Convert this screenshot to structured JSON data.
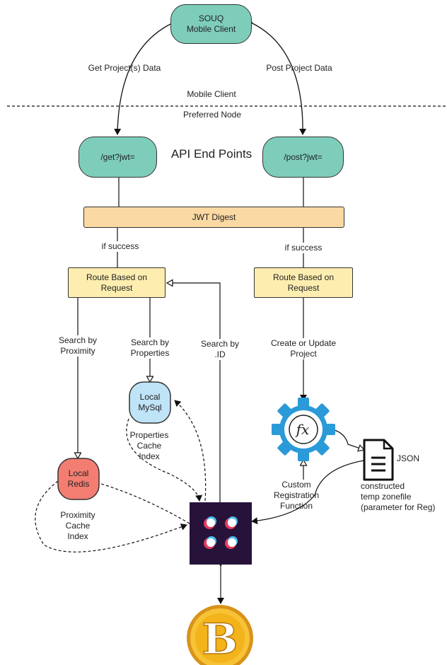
{
  "nodes": {
    "client": "SOUQ\nMobile Client",
    "get_endpoint": "/get?jwt=",
    "post_endpoint": "/post?jwt=",
    "jwt_digest": "JWT Digest",
    "route_left": "Route Based on\nRequest",
    "route_right": "Route Based on\nRequest",
    "mysql": "Local\nMySql",
    "redis": "Local\nRedis",
    "json_doc": "JSON"
  },
  "labels": {
    "get_data": "Get Project(s) Data",
    "post_data": "Post Project Data",
    "mobile_client": "Mobile Client",
    "preferred_node": "Preferred Node",
    "api_end_points": "API End Points",
    "if_success_left": "if success",
    "if_success_right": "if success",
    "search_proximity": "Search by\nProximity",
    "search_properties": "Search by\nProperties",
    "search_id": "Search by\n.ID",
    "create_update": "Create or Update\nProject",
    "properties_index": "Properties\nCache\nIndex",
    "proximity_index": "Proximity\nCache\nIndex",
    "custom_registration": "Custom\nRegistration\nFunction",
    "constructed_zonefile": "constructed\ntemp zonefile\n(parameter for Reg)"
  },
  "icons": {
    "gear": "fx-gear-icon",
    "document": "document-icon",
    "blockstack": "blockstack-icon",
    "bitcoin": "bitcoin-icon",
    "bitcoin_symbol": "B"
  },
  "colors": {
    "teal": "#7ecdbb",
    "orange": "#fbd9a3",
    "yellow": "#fdeeb0",
    "mysql": "#bfe3f7",
    "redis": "#f47d72",
    "gear_blue": "#2b9ad8",
    "blockstack_bg": "#27123a",
    "bitcoin_gold": "#f2b31b"
  }
}
